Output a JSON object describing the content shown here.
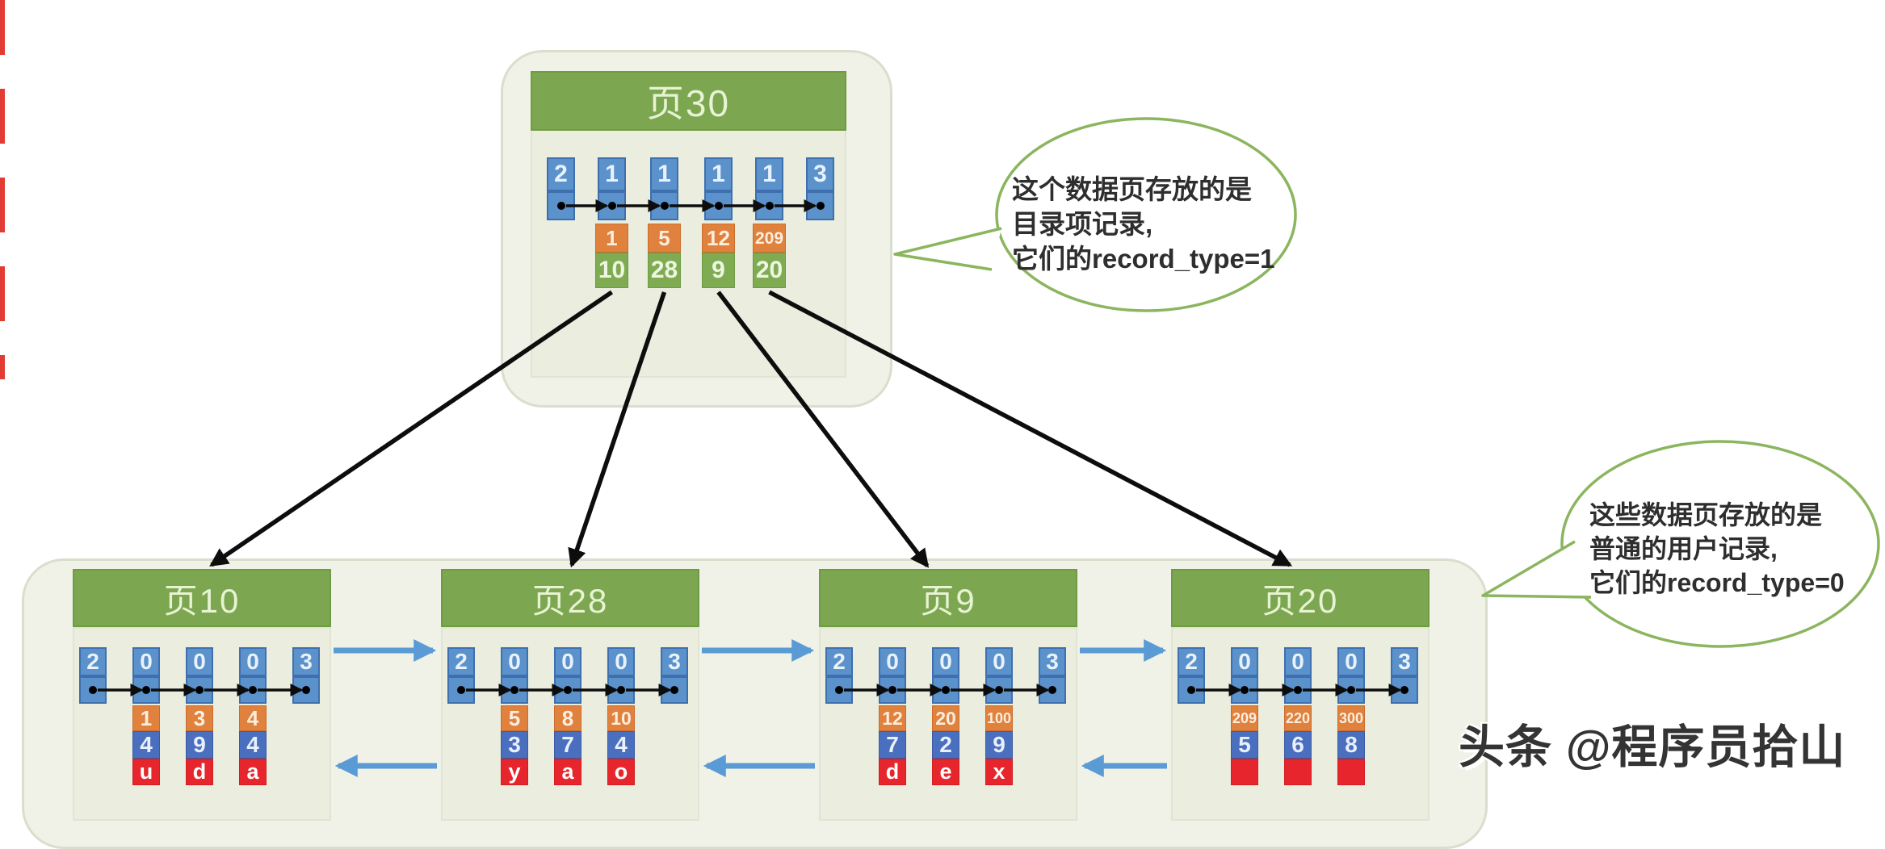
{
  "root_page": {
    "label": "页30",
    "records": [
      {
        "type": "2"
      },
      {
        "type": "1",
        "key": "1",
        "child_page": "10"
      },
      {
        "type": "1",
        "key": "5",
        "child_page": "28"
      },
      {
        "type": "1",
        "key": "12",
        "child_page": "9"
      },
      {
        "type": "1",
        "key": "209",
        "child_page": "20"
      },
      {
        "type": "3"
      }
    ]
  },
  "leaf_pages": [
    {
      "label": "页10",
      "records": [
        {
          "type": "2"
        },
        {
          "type": "0",
          "key": "1",
          "value": "4",
          "letter": "u"
        },
        {
          "type": "0",
          "key": "3",
          "value": "9",
          "letter": "d"
        },
        {
          "type": "0",
          "key": "4",
          "value": "4",
          "letter": "a"
        },
        {
          "type": "3"
        }
      ]
    },
    {
      "label": "页28",
      "records": [
        {
          "type": "2"
        },
        {
          "type": "0",
          "key": "5",
          "value": "3",
          "letter": "y"
        },
        {
          "type": "0",
          "key": "8",
          "value": "7",
          "letter": "a"
        },
        {
          "type": "0",
          "key": "10",
          "value": "4",
          "letter": "o"
        },
        {
          "type": "3"
        }
      ]
    },
    {
      "label": "页9",
      "records": [
        {
          "type": "2"
        },
        {
          "type": "0",
          "key": "12",
          "value": "7",
          "letter": "d"
        },
        {
          "type": "0",
          "key": "20",
          "value": "2",
          "letter": "e"
        },
        {
          "type": "0",
          "key": "100",
          "value": "9",
          "letter": "x"
        },
        {
          "type": "3"
        }
      ]
    },
    {
      "label": "页20",
      "records": [
        {
          "type": "2"
        },
        {
          "type": "0",
          "key": "209",
          "value": "5",
          "letter": ""
        },
        {
          "type": "0",
          "key": "220",
          "value": "6",
          "letter": ""
        },
        {
          "type": "0",
          "key": "300",
          "value": "8",
          "letter": ""
        },
        {
          "type": "3"
        }
      ]
    }
  ],
  "callouts": [
    {
      "lines": [
        "这个数据页存放的是",
        "目录项记录,",
        "它们的record_type=1"
      ]
    },
    {
      "lines": [
        "这些数据页存放的是",
        "普通的用户记录,",
        "它们的record_type=0"
      ]
    }
  ],
  "watermark": "头条 @程序员拾山",
  "colors": {
    "header_green": "#7ca750",
    "record_blue": "#5b92cb",
    "key_orange": "#e0813e",
    "page_green": "#7fac52",
    "value_blue": "#4a6fbf",
    "letter_red": "#e6262c",
    "link_blue": "#5b9bd5",
    "bubble_green": "#8bb55e",
    "arrow_black": "#0d0d0d"
  }
}
